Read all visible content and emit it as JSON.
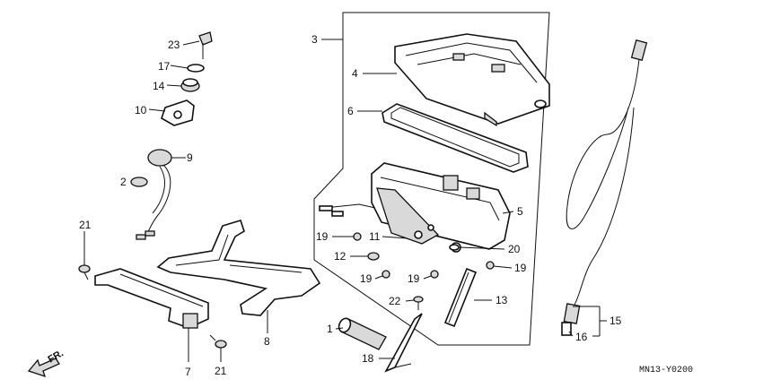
{
  "diagram_code": "MN13-Y0200",
  "direction_label": "FR.",
  "callouts": {
    "p23": "23",
    "p17": "17",
    "p14": "14",
    "p10": "10",
    "p9": "9",
    "p2": "2",
    "p21a": "21",
    "p21b": "21",
    "p7": "7",
    "p8": "8",
    "p3": "3",
    "p4": "4",
    "p6": "6",
    "p5": "5",
    "p19a": "19",
    "p19b": "19",
    "p19c": "19",
    "p19d": "19",
    "p11": "11",
    "p20": "20",
    "p12": "12",
    "p22": "22",
    "p13": "13",
    "p1": "1",
    "p18": "18",
    "p15": "15",
    "p16": "16"
  }
}
